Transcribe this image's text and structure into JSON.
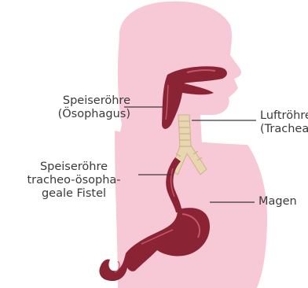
{
  "labels": {
    "esophagus": {
      "line1": "Speiseröhre",
      "line2": "(Ösophagus)"
    },
    "trachea": {
      "line1": "Luftröhre",
      "line2": "(Trachea)"
    },
    "fistula": {
      "line1": "Speiseröhre",
      "line2": "tracheo-ösopha-",
      "line3": "geale Fistel"
    },
    "stomach": {
      "line1": "Magen"
    }
  },
  "colors": {
    "body_silhouette": "#f7c9d6",
    "organ_dark": "#8a2435",
    "organ_highlight": "#c3556a",
    "trachea": "#e8d6b0",
    "trachea_ring": "#c9b48b",
    "leader_line": "#3a3a3a",
    "label_text": "#3a3a3a"
  }
}
